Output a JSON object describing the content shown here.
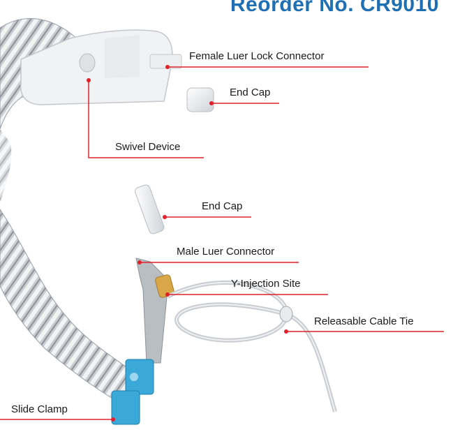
{
  "title": "Reorder No. CR9010",
  "labels": {
    "female_luer": "Female Luer Lock Connector",
    "end_cap_1": "End Cap",
    "swivel": "Swivel Device",
    "end_cap_2": "End Cap",
    "male_luer": "Male Luer Connector",
    "y_injection": "Y-Injection Site",
    "cable_tie": "Releasable Cable Tie",
    "slide_clamp": "Slide Clamp"
  },
  "colors": {
    "title": "#1f6fb5",
    "leader_line": "#e0202a",
    "clamp": "#3aa8d8",
    "injection_site": "#d9a648"
  }
}
